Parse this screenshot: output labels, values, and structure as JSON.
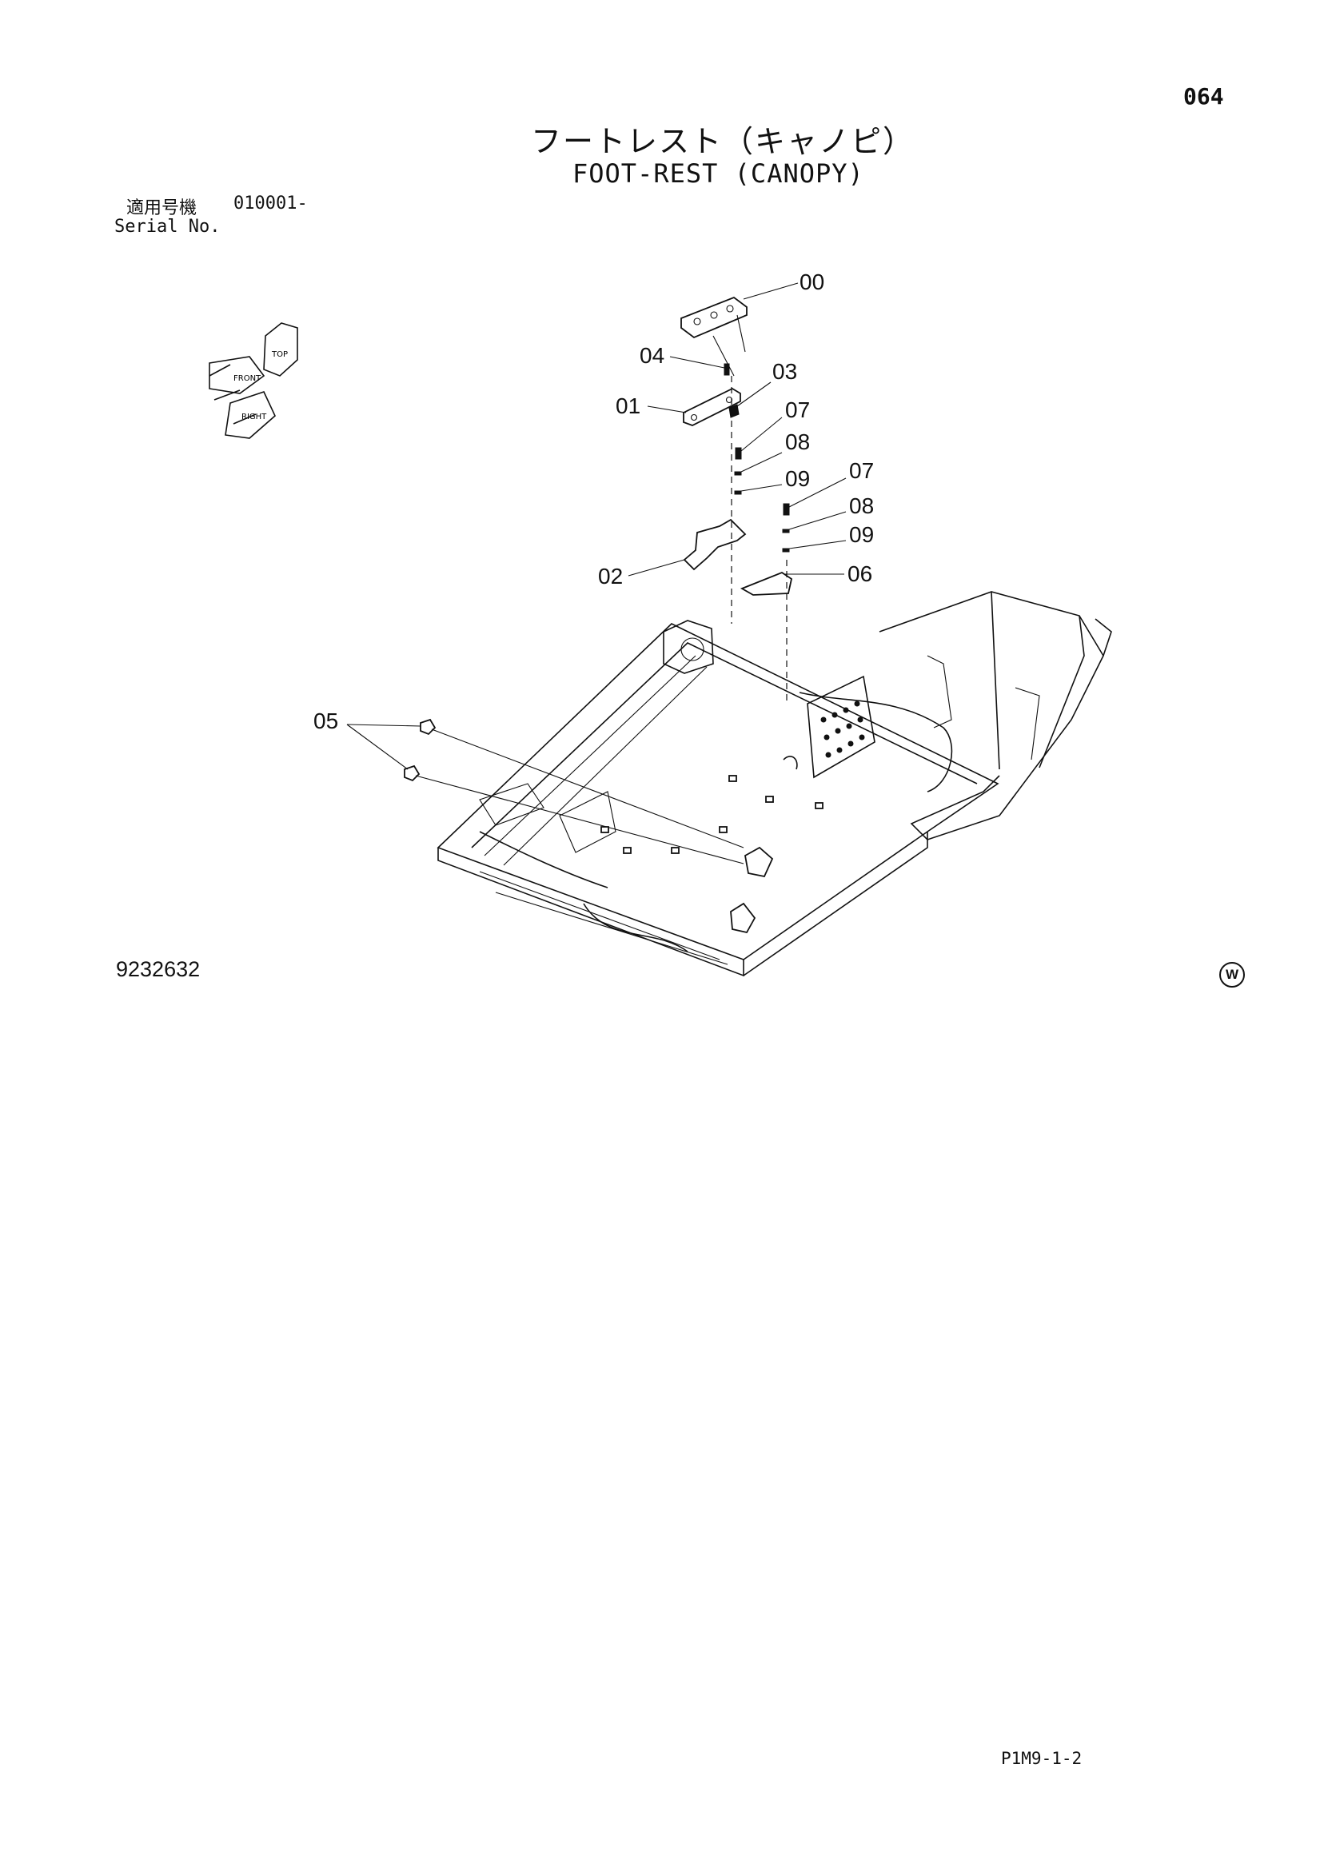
{
  "page_number": "064",
  "title_jp": "フートレスト（キャノピ）",
  "title_en": "FOOT-REST (CANOPY)",
  "serial": {
    "label_jp": "適用号機",
    "label_en": "Serial No.",
    "value": "010001-"
  },
  "drawing_number": "9232632",
  "page_code": "P1M9-1-2",
  "w_mark": "W",
  "orientation_icon": {
    "labels": [
      "TOP",
      "FRONT",
      "RIGHT"
    ]
  },
  "callouts": {
    "c00": "00",
    "c01": "01",
    "c02": "02",
    "c03": "03",
    "c04": "04",
    "c05": "05",
    "c06": "06",
    "c07a": "07",
    "c07b": "07",
    "c08a": "08",
    "c08b": "08",
    "c09a": "09",
    "c09b": "09"
  }
}
